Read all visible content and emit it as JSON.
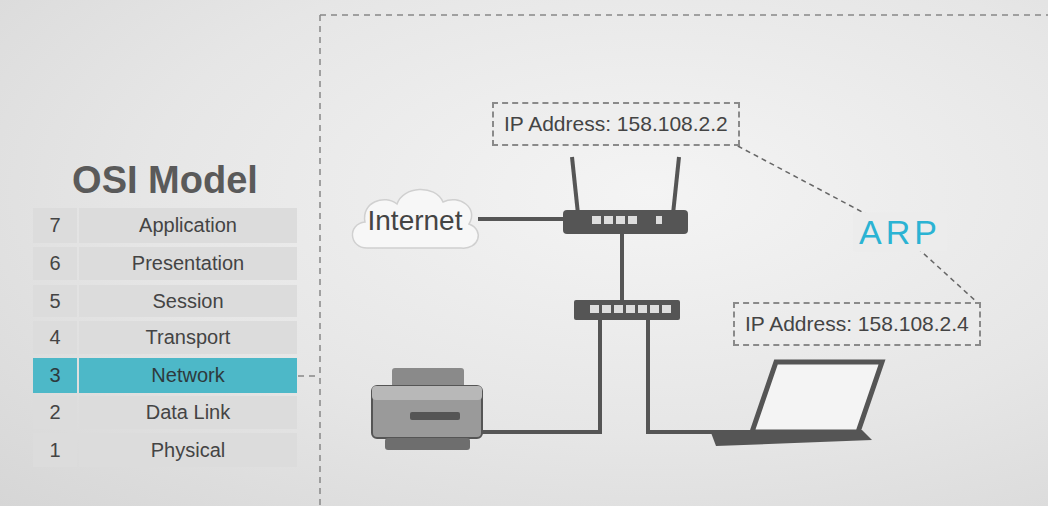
{
  "diagram": {
    "title": "OSI Model",
    "nodes": [
      {
        "text": [
          "7",
          "Application"
        ]
      },
      {
        "text": [
          "6",
          "Presentation"
        ]
      },
      {
        "text": [
          "5",
          "Session"
        ]
      },
      {
        "text": [
          "4",
          "Transport"
        ]
      },
      {
        "text": [
          "3",
          "Network"
        ]
      },
      {
        "text": [
          "2",
          "Data Link"
        ]
      },
      {
        "text": [
          "1",
          "Physical"
        ]
      },
      {
        "text": [
          "Internet"
        ]
      },
      {
        "text": [
          "IP Address: 158.108.2.2"
        ]
      },
      {
        "text": [
          "IP Address: 158.108.2.4"
        ]
      }
    ],
    "edges": [
      {
        "from": 8,
        "to": 9,
        "label": "ARP",
        "arrow": "none"
      }
    ]
  }
}
